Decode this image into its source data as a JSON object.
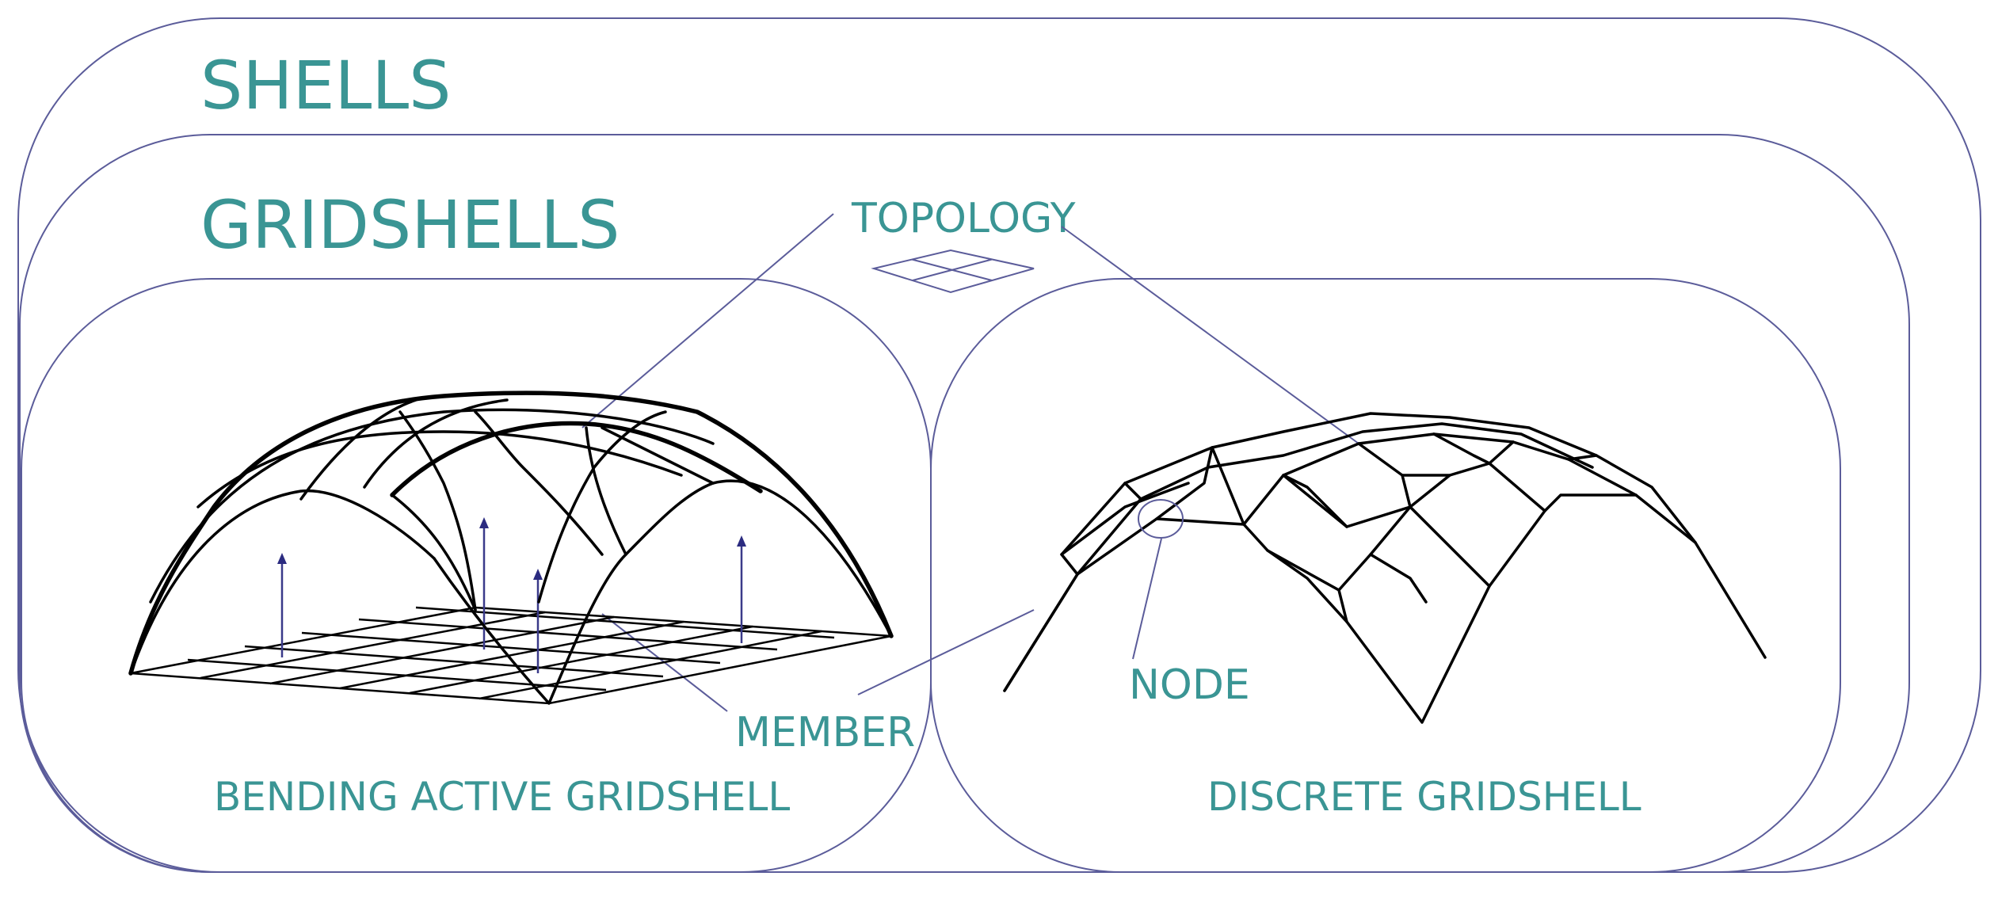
{
  "labels": {
    "shells": "SHELLS",
    "gridshells": "GRIDSHELLS",
    "topology": "TOPOLOGY",
    "member": "MEMBER",
    "node": "NODE",
    "bending_active": "BENDING ACTIVE GRIDSHELL",
    "discrete": "DISCRETE GRIDSHELL"
  },
  "colors": {
    "label": "#3a9594",
    "frame": "#5b5c9a",
    "structure": "#000000"
  }
}
